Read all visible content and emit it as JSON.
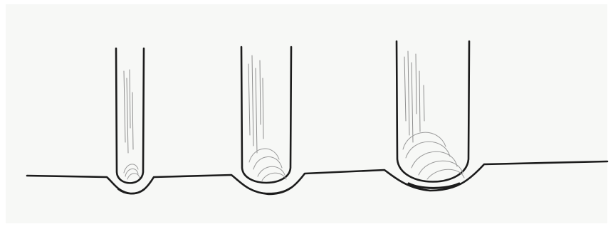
{
  "drawing": {
    "style": "pencil sketch",
    "paper_color": "#f7f8f6",
    "ink_color": "#1c1c1c",
    "shading_color": "#8e8e8e",
    "indenters": [
      {
        "size": "small"
      },
      {
        "size": "medium"
      },
      {
        "size": "large"
      }
    ],
    "surface": {
      "indentations": 3
    }
  }
}
